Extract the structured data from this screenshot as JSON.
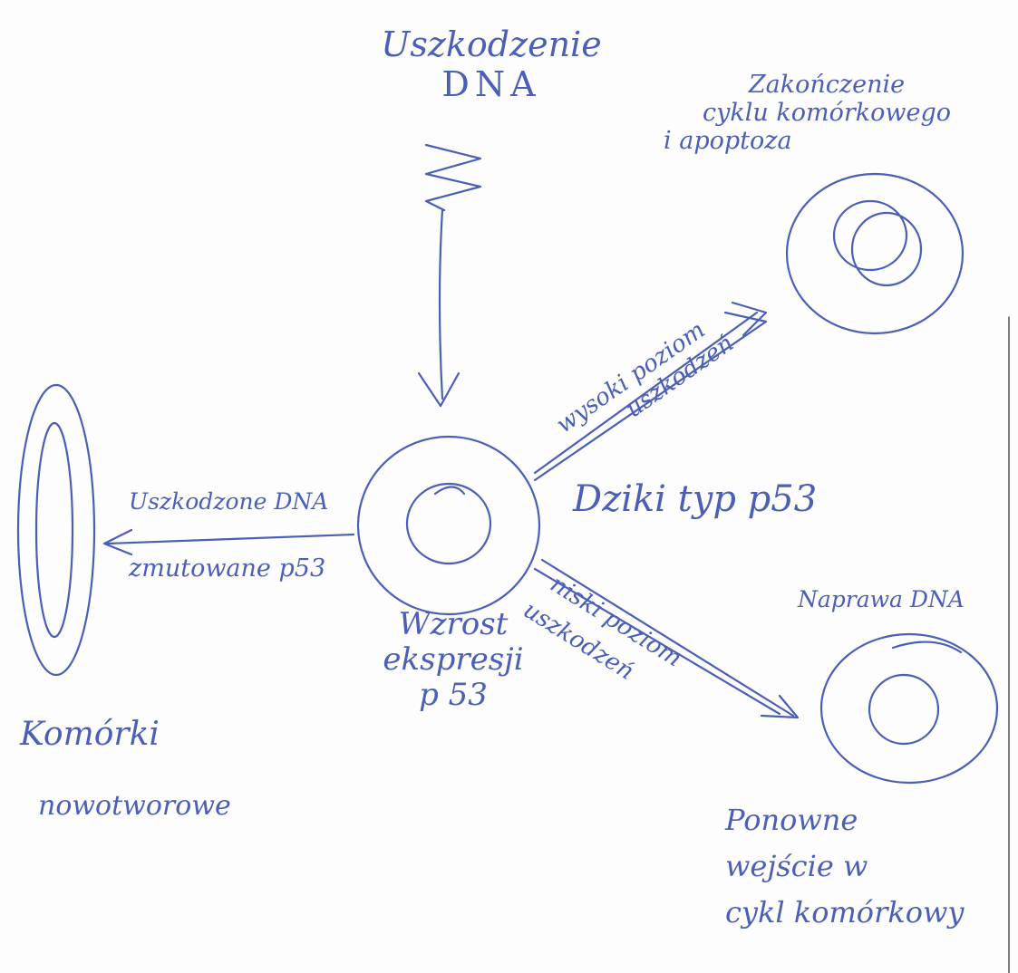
{
  "diagram": {
    "ink_color": "#4a5fb5",
    "paper_color": "#fdfdfd",
    "labels": {
      "damage_line1": "Uszkodzenie",
      "damage_line2": "DNA",
      "apoptosis_line1": "Zakończenie",
      "apoptosis_line2": "cyklu komórkowego",
      "apoptosis_line3": "i apoptoza",
      "high_level_line1": "wysoki poziom",
      "high_level_line2": "uszkodzeń",
      "wild_type": "Dziki typ p53",
      "damaged_dna": "Uszkodzone DNA",
      "mutated_p53": "zmutowane p53",
      "increase_line1": "Wzrost",
      "increase_line2": "ekspresji",
      "increase_line3": "p 53",
      "low_level_line1": "niski",
      "low_level_line2": "poziom",
      "low_level_line3": "uszkodzeń",
      "repair": "Naprawa DNA",
      "cancer_line1": "Komórki",
      "cancer_line2": "nowotworowe",
      "reentry_line1": "Ponowne",
      "reentry_line2": "wejście w",
      "reentry_line3": "cykl komórkowy"
    }
  }
}
